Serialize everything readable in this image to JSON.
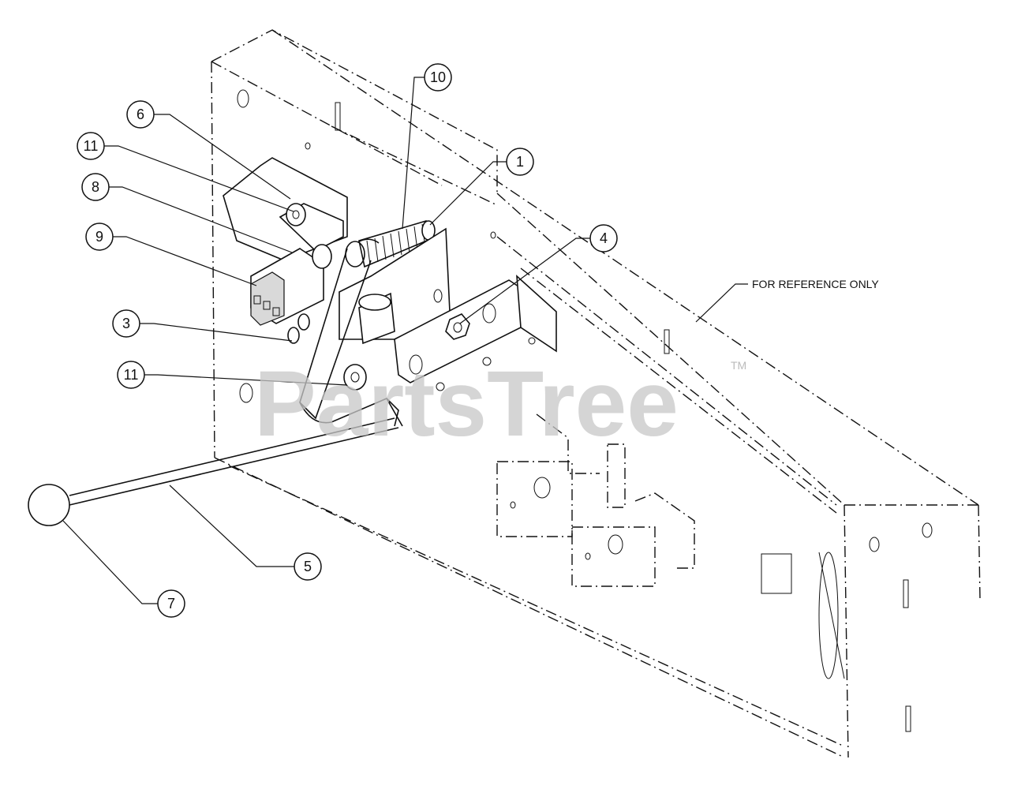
{
  "diagram": {
    "reference_note": "FOR REFERENCE ONLY",
    "watermark": "PartsTree",
    "trademark": "TM",
    "callouts": [
      {
        "id": "c1",
        "label": "1"
      },
      {
        "id": "c3",
        "label": "3"
      },
      {
        "id": "c4",
        "label": "4"
      },
      {
        "id": "c5",
        "label": "5"
      },
      {
        "id": "c6",
        "label": "6"
      },
      {
        "id": "c7",
        "label": "7"
      },
      {
        "id": "c8",
        "label": "8"
      },
      {
        "id": "c9",
        "label": "9"
      },
      {
        "id": "c10",
        "label": "10"
      },
      {
        "id": "c11a",
        "label": "11"
      },
      {
        "id": "c11b",
        "label": "11"
      }
    ]
  },
  "colors": {
    "line": "#111111",
    "watermark": "#c8c8c8",
    "background": "#ffffff"
  }
}
